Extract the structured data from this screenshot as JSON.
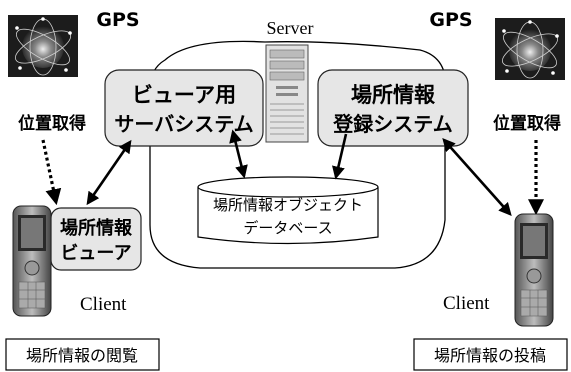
{
  "server": {
    "label": "Server"
  },
  "gps": {
    "left_label": "GPS",
    "right_label": "GPS"
  },
  "viewer_server": {
    "line1": "ビューア用",
    "line2": "サーバシステム"
  },
  "register_system": {
    "line1": "場所情報",
    "line2": "登録システム"
  },
  "database": {
    "line1": "場所情報オブジェクト",
    "line2": "データベース"
  },
  "location_viewer": {
    "line1": "場所情報",
    "line2": "ビューア"
  },
  "position_acquire": {
    "left": "位置取得",
    "right": "位置取得"
  },
  "client": {
    "left": "Client",
    "right": "Client"
  },
  "bottom_boxes": {
    "left": "場所情報の閲覧",
    "right": "場所情報の投稿"
  }
}
